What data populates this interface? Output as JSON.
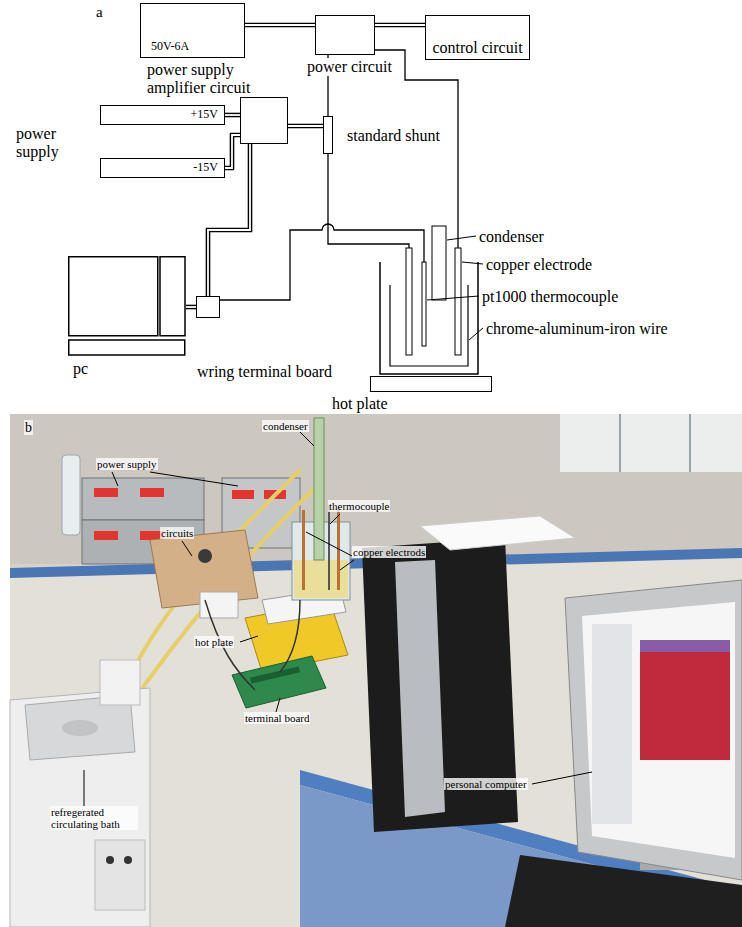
{
  "diagram": {
    "nodes": [
      {
        "text": [
          "50V-6A",
          "power supply"
        ]
      },
      {
        "text": [
          "power circuit"
        ]
      },
      {
        "text": [
          "control circuit"
        ]
      },
      {
        "text": [
          "amplifier circuit"
        ]
      },
      {
        "text": [
          "+15V"
        ]
      },
      {
        "text": [
          "-15V"
        ]
      },
      {
        "text": [
          "standard shunt"
        ]
      },
      {
        "text": [
          "wring terminal board"
        ]
      },
      {
        "text": [
          "pc"
        ]
      },
      {
        "text": [
          "hot plate"
        ]
      }
    ],
    "edges": [
      {
        "from": 0,
        "to": 1,
        "arrow": "none"
      },
      {
        "from": 1,
        "to": 2,
        "arrow": "none"
      },
      {
        "from": 4,
        "to": 3,
        "arrow": "none"
      },
      {
        "from": 5,
        "to": 3,
        "arrow": "none"
      },
      {
        "from": 3,
        "to": 6,
        "arrow": "none"
      },
      {
        "from": 1,
        "to": 6,
        "arrow": "none"
      },
      {
        "from": 3,
        "to": 7,
        "arrow": "none"
      },
      {
        "from": 7,
        "to": 8,
        "arrow": "none"
      }
    ],
    "labels": [
      "a",
      "power supply",
      "condenser",
      "copper electrode",
      "pt1000 thermocouple",
      "chrome-aluminum-iron wire",
      "b",
      "power supply",
      "condenser",
      "thermocouple",
      "circuits",
      "copper electrods",
      "hot plate",
      "terminal board",
      "refregerated circulating bath",
      "personal computer"
    ]
  }
}
